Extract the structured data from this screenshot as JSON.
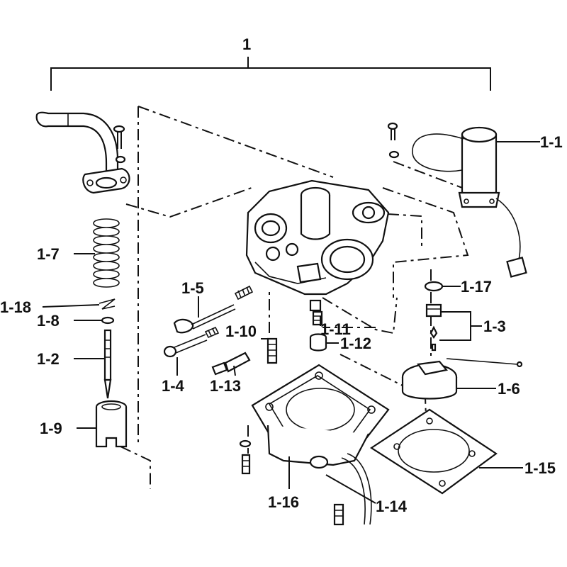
{
  "diagram": {
    "assembly_label": "1",
    "callouts": {
      "p1_1": "1-1",
      "p1_2": "1-2",
      "p1_3": "1-3",
      "p1_4": "1-4",
      "p1_5": "1-5",
      "p1_6": "1-6",
      "p1_7": "1-7",
      "p1_8": "1-8",
      "p1_9": "1-9",
      "p1_10": "1-10",
      "p1_11": "1-11",
      "p1_12": "1-12",
      "p1_13": "1-13",
      "p1_14": "1-14",
      "p1_15": "1-15",
      "p1_16": "1-16",
      "p1_17": "1-17",
      "p1_18": "1-18"
    }
  }
}
